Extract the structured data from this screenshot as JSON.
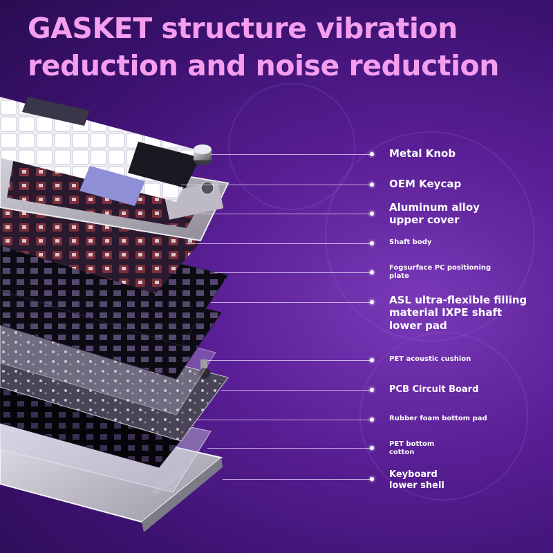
{
  "headline": {
    "line1": "GASKET structure vibration",
    "line2": "reduction and noise reduction"
  },
  "theme": {
    "title_color": "#f59ef0",
    "background_color": "#5a1f96",
    "label_color": "#ffffff"
  },
  "layers": [
    {
      "id": "metal-knob",
      "label": "Metal Knob"
    },
    {
      "id": "oem-keycap",
      "label": "OEM Keycap"
    },
    {
      "id": "aluminum-upper-cover",
      "label": "Aluminum alloy\nupper cover"
    },
    {
      "id": "shaft-body",
      "label": "Shaft body"
    },
    {
      "id": "pc-positioning-plate",
      "label": "Fogsurface PC positioning\nplate"
    },
    {
      "id": "ixpe-shaft-lower-pad",
      "label": "ASL ultra-flexible filling\nmaterial IXPE shaft\nlower pad"
    },
    {
      "id": "pet-acoustic-cushion",
      "label": "PET acoustic cushion"
    },
    {
      "id": "pcb-circuit-board",
      "label": "PCB Circuit Board"
    },
    {
      "id": "rubber-foam-bottom-pad",
      "label": "Rubber foam bottom pad"
    },
    {
      "id": "pet-bottom-cotton",
      "label": "PET bottom\ncotton"
    },
    {
      "id": "keyboard-lower-shell",
      "label": "Keyboard\nlower shell"
    }
  ]
}
